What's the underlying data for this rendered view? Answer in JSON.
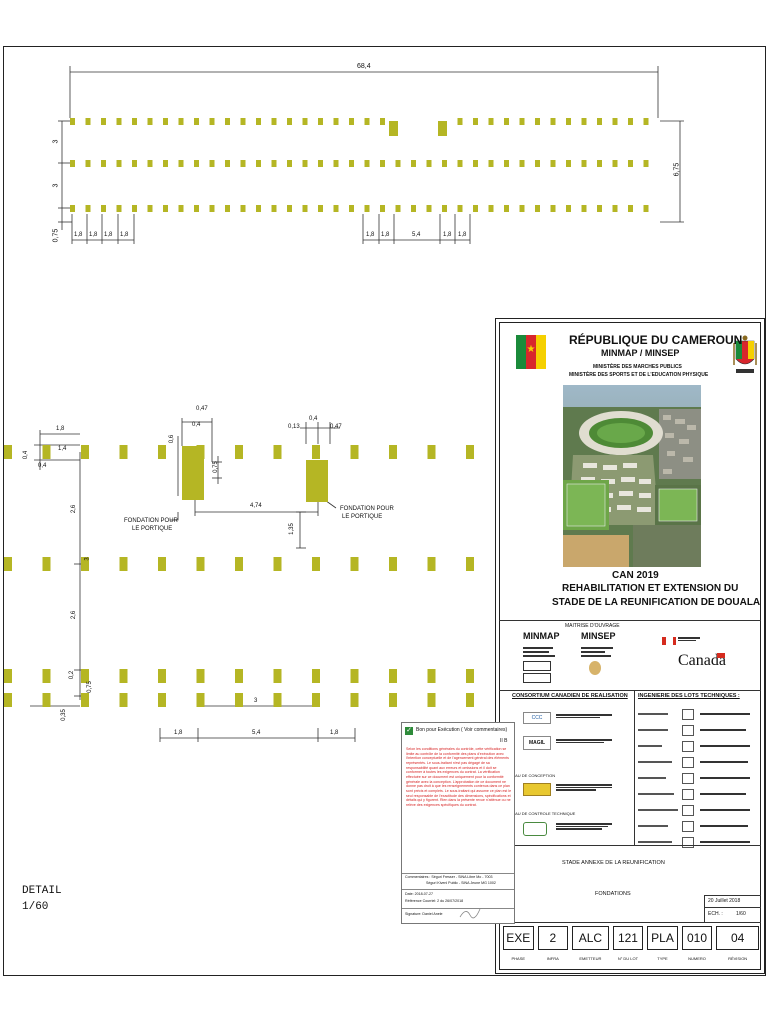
{
  "drawing": {
    "plan_top": {
      "overall_dim": "68,4",
      "row_spacing_upper": "3",
      "row_spacing_lower": "3",
      "edge_dim": "0,75",
      "right_dim": "6,75",
      "bay_dims_left": [
        "1,8",
        "1,8",
        "1,8",
        "1,8"
      ],
      "bay_dims_right": [
        "1,8",
        "1,8",
        "5,4",
        "1,8",
        "1,8"
      ]
    },
    "detail": {
      "dim_1_8_top": "1,8",
      "dim_0_4_a": "0,4",
      "dim_1_4": "1,4",
      "dim_0_4_b": "0,4",
      "dim_0_6": "0,6",
      "dim_0_47_a": "0,47",
      "dim_0_4_c": "0,4",
      "dim_0_75": "0,75",
      "dim_0_13": "0,13",
      "dim_0_4_d": "0,4",
      "dim_0_47_b": "0,47",
      "dim_4_74": "4,74",
      "dim_1_35": "1,35",
      "dim_2_6_a": "2,6",
      "dim_2_6_b": "2,6",
      "dim_0_2": "0,2",
      "dim_0_75_b": "0,75",
      "dim_0_35": "0,35",
      "dim_3": "3",
      "dim_1_8_bottom": "1,8",
      "dim_5_4": "5,4",
      "dim_1_8_right": "1,8",
      "note_left": [
        "FONDATION POUR",
        "LE PORTIQUE"
      ],
      "note_right": [
        "FONDATION POUR",
        "LE PORTIQUE"
      ],
      "detail_label": "DETAIL",
      "scale": "1/60"
    }
  },
  "title_block": {
    "country": "RÉPUBLIQUE DU CAMEROUN",
    "ministries": "MINMAP / MINSEP",
    "ministry_1": "MINISTÈRE DES MARCHES PUBLICS",
    "ministry_2": "MINISTÈRE DES SPORTS ET DE L'EDUCATION PHYSIQUE",
    "project_1": "CAN 2019",
    "project_2": "REHABILITATION ET EXTENSION DU",
    "project_3": "STADE DE LA REUNIFICATION DE DOUALA",
    "maitrise": "MAITRISE D'OUVRAGE",
    "owner_1": "MINMAP",
    "owner_2": "MINSEP",
    "canada": "Canada",
    "consortium": "CONSORTIUM CANADIEN DE REALISATION",
    "ingenierie": "INGENIERIE DES LOTS TECHNIQUES :",
    "bureau_conception": "BUREAU DE CONCEPTION",
    "bureau_controle": "BUREAU DE CONTROLE TECHNIQUE",
    "subject": "STADE ANNEXE DE LA REUNIFICATION",
    "sheet_title": "FONDATIONS",
    "date": "20 Juillet 2018",
    "scale_label": "ECH. :",
    "scale_value": "1/60",
    "codes": [
      "EXE",
      "2",
      "ALC",
      "121",
      "PLA",
      "010",
      "04"
    ],
    "code_labels": [
      "PHASE",
      "INFRA",
      "EMETTEUR",
      "N° DU LOT",
      "TYPE",
      "NUMERO",
      "RÉVISION"
    ]
  },
  "stamp": {
    "title": "Bon pour Exécution ( Voir commentaires)",
    "code": "II B",
    "body": "Selon les conditions générales du contrôle, cette vérification se limite au contrôle de la conformité des plans d'exécution avec l'intention conceptuelle et de l'agencement général des éléments représentés. Le sous-traitant n'est pas dégagé de sa responsabilité quant aux erreurs et omissions et il doit se conformer à toutes les exigences du contrat. La vérification effectuée sur ce document est uniquement pour la conformité générale avec la conception. L'approbation de ce document ne donne pas droit à que les renseignements contenus dans ce plan sont précis et complets. Le sous-traitant qui assume ce plan est le seul responsable de l'exactitude des dimensions, spécifications et détails qui y figurent. Rien dans la présente revue n'atténue ou ne relève des exigences spécifiques du contrat.",
    "line_1": "Commentaires : Séguri Fresser - SINA Libre Mo - 7003",
    "line_2": "Séguri Kivenl Public - SINA Jeune MG 1002",
    "date": "Date: 2018-07-27",
    "ref": "Référence Courriel: 2 du 26/07/2018",
    "sign": "Signature: Daniel Anele"
  }
}
